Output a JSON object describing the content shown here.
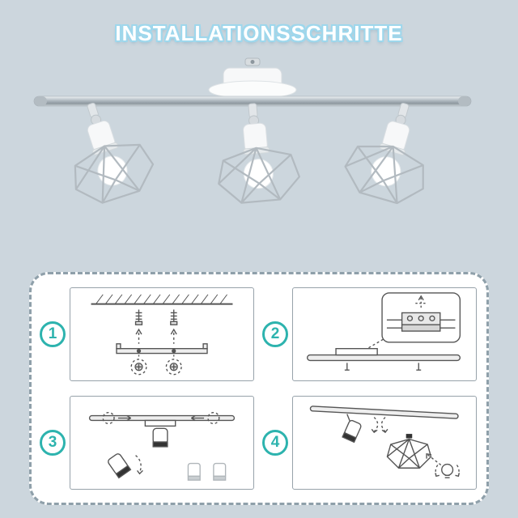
{
  "page": {
    "title": "INSTALLATIONSSCHRITTE",
    "background_color": "#ccd6dd",
    "title_color": "#ffffff",
    "title_outline_color": "#9ed7ec"
  },
  "product": {
    "icon": "three-head-cage-ceiling-spotlight",
    "lamp_count": "3"
  },
  "steps": [
    {
      "number": "1",
      "icon": "mount-bracket-to-ceiling-diagram"
    },
    {
      "number": "2",
      "icon": "connect-wiring-terminal-diagram"
    },
    {
      "number": "3",
      "icon": "attach-spotlight-heads-diagram"
    },
    {
      "number": "4",
      "icon": "insert-bulb-adjust-heads-diagram"
    }
  ],
  "colors": {
    "step_badge": "#2db3ae",
    "panel_border": "#8fa0aa",
    "panel_background": "#ffffff",
    "line_art": "#555555",
    "chrome": "#aeb8bf"
  }
}
